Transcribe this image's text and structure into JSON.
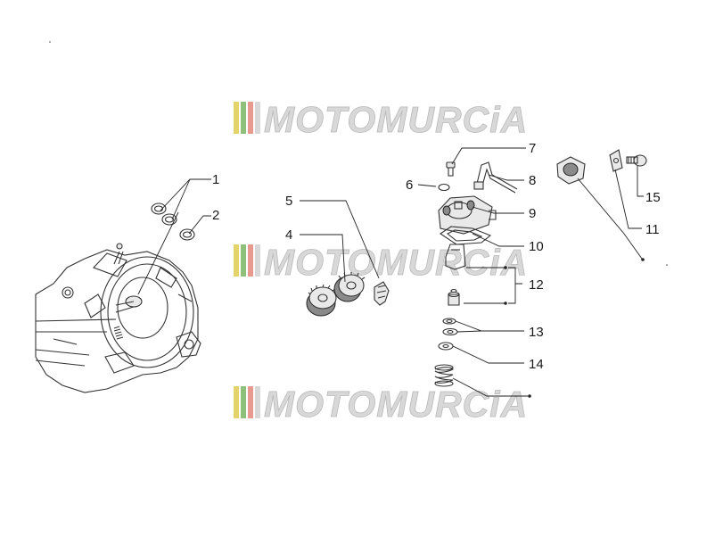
{
  "watermark": {
    "text": "MOTOMURCiA",
    "stripe_colors": [
      "#e3d36a",
      "#8dc07a",
      "#e89a8f",
      "#d8d8d8"
    ]
  },
  "callouts": [
    {
      "id": "1",
      "label": "1"
    },
    {
      "id": "2",
      "label": "2"
    },
    {
      "id": "4",
      "label": "4"
    },
    {
      "id": "5",
      "label": "5"
    },
    {
      "id": "6",
      "label": "6"
    },
    {
      "id": "7",
      "label": "7"
    },
    {
      "id": "8",
      "label": "8"
    },
    {
      "id": "9",
      "label": "9"
    },
    {
      "id": "10",
      "label": "10"
    },
    {
      "id": "11",
      "label": "11"
    },
    {
      "id": "12",
      "label": "12"
    },
    {
      "id": "13",
      "label": "13"
    },
    {
      "id": "14",
      "label": "14"
    },
    {
      "id": "15",
      "label": "15"
    }
  ]
}
